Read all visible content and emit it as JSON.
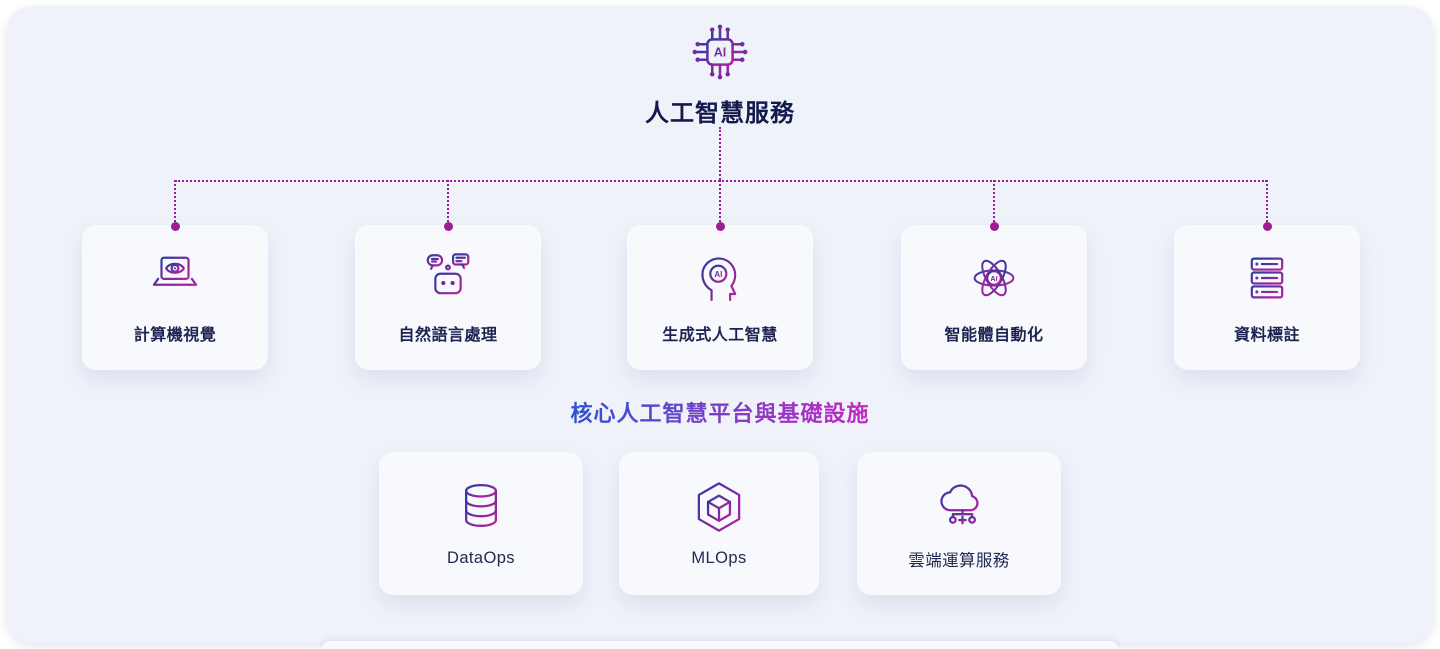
{
  "header": {
    "title": "人工智慧服務"
  },
  "icons": {
    "ai_label": "AI"
  },
  "services": {
    "items": [
      {
        "label": "計算機視覺",
        "icon": "computer-vision-icon"
      },
      {
        "label": "自然語言處理",
        "icon": "nlp-icon"
      },
      {
        "label": "生成式人工智慧",
        "icon": "generative-ai-icon"
      },
      {
        "label": "智能體自動化",
        "icon": "agent-automation-icon"
      },
      {
        "label": "資料標註",
        "icon": "data-annotation-icon"
      }
    ]
  },
  "platform": {
    "title": "核心人工智慧平台與基礎設施",
    "items": [
      {
        "label": "DataOps",
        "icon": "dataops-icon"
      },
      {
        "label": "MLOps",
        "icon": "mlops-icon"
      },
      {
        "label": "雲端運算服務",
        "icon": "cloud-computing-icon"
      }
    ]
  },
  "colors": {
    "icon_gradient_start": "#2a3c9f",
    "icon_gradient_end": "#bb1f9e",
    "connector": "#9e1c96",
    "title_text": "#131a4e",
    "subtitle_gradient_start": "#2f55cf",
    "subtitle_gradient_end": "#c429c0",
    "panel_background": "#f0f2fa",
    "card_background": "#f8f9fd"
  }
}
